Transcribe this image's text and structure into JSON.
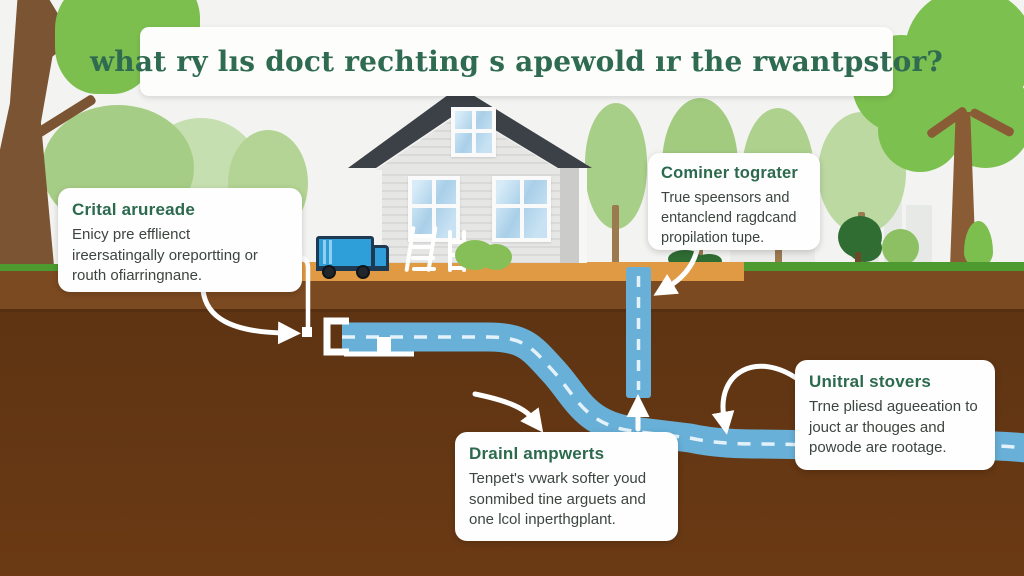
{
  "title": {
    "text": "what ry lıs doct rechting s apewold ır the rwantpstor?"
  },
  "callouts": {
    "top_left": {
      "title": "Crital arureade",
      "body": "Enicy pre efflienct ireersatingally oreportting or routh ofiarringnane."
    },
    "top_right": {
      "title": "Cominer tograter",
      "body": "True speensors and entanclend ragdcand propilation tupe."
    },
    "right": {
      "title": "Unitral stovers",
      "body": "Trne pliesd agueeation to jouct ar thouges and powode are rootage."
    },
    "bottom": {
      "title": "Drainl ampwerts",
      "body": "Tenpet's vwark softer youd sonmibed tine arguets and one lcol inperthgplant."
    }
  },
  "scene": {
    "house": "house-illustration",
    "truck": "box-truck-icon",
    "trees": "tree-icon",
    "pipe_horizontal": "underground-drain-pipe",
    "pipe_vertical": "inspection-pipe",
    "service_line": "white-service-line",
    "arrows": "flow-arrow"
  },
  "colors": {
    "accent_green": "#2e6b50",
    "tree_green": "#7cbf4f",
    "pipe_blue": "#68b0d8",
    "soil_top": "#7c4a21",
    "soil_main": "#653711",
    "driveway_tan": "#e09a44",
    "callout_bg": "#ffffff"
  }
}
